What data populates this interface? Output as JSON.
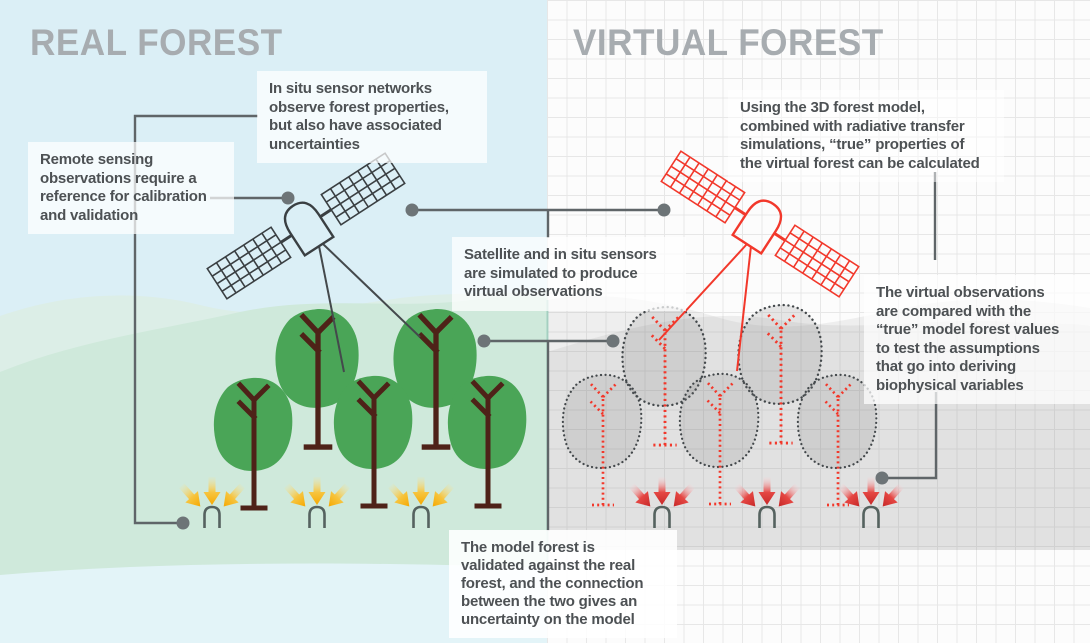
{
  "titles": {
    "real": "REAL FOREST",
    "virtual": "VIRTUAL FOREST"
  },
  "annotations": {
    "remote_sensing": "Remote sensing\nobservations require a\nreference for calibration\nand validation",
    "in_situ": "In situ sensor networks\nobserve forest properties,\nbut also have associated\nuncertainties",
    "satellite_sim": "Satellite and in situ sensors\nare simulated to produce\nvirtual observations",
    "using_3d": "Using the 3D forest model,\ncombined with radiative transfer\nsimulations, “true” properties of\nthe virtual forest can be calculated",
    "virtual_obs": "The virtual observations\nare compared with the\n“true” model forest values\nto test the assumptions\nthat go into deriving\nbiophysical variables",
    "model_validated": "The model forest is\nvalidated against the real\nforest, and the connection\nbetween the two gives an\nuncertainty on the model"
  },
  "colors": {
    "real_sky": "#dbeff6",
    "hill_light": "#dceee7",
    "hill_mid": "#cfe9db",
    "bottom_strip": "#e3f4f8",
    "tree_green": "#4aa557",
    "trunk_brown": "#4e2218",
    "satellite_dark": "#3a3f42",
    "virtual_red": "#f2382b",
    "connector_gray": "#5f6568",
    "title_gray": "#a7acb0",
    "sensor_gray": "#55625f",
    "arrow_yellow": "#f5a800",
    "arrow_red": "#d32f2f"
  }
}
